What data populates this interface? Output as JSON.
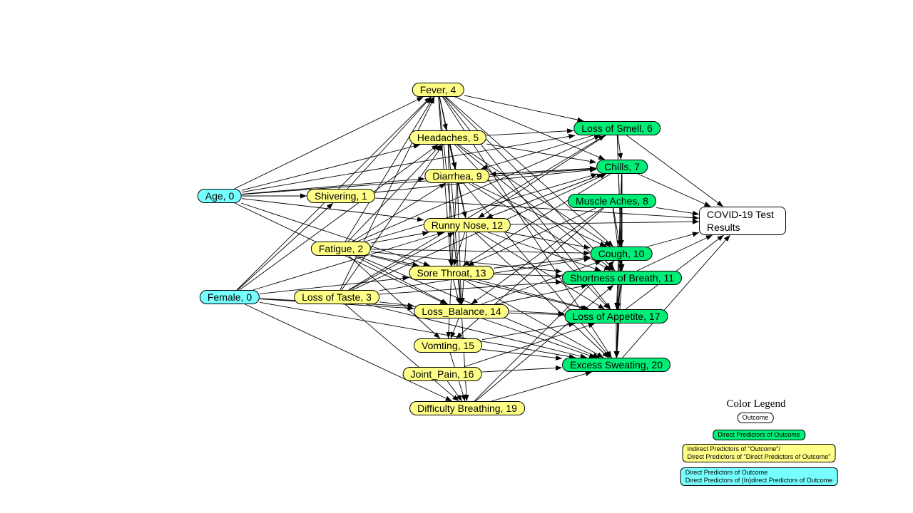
{
  "graph": {
    "nodes": [
      {
        "id": "age",
        "label": "Age, 0",
        "group": "root"
      },
      {
        "id": "female",
        "label": "Female, 0",
        "group": "root"
      },
      {
        "id": "shivering",
        "label": "Shivering, 1",
        "group": "indirect"
      },
      {
        "id": "fatigue",
        "label": "Fatigue, 2",
        "group": "indirect"
      },
      {
        "id": "loss_taste",
        "label": "Loss of Taste, 3",
        "group": "indirect"
      },
      {
        "id": "fever",
        "label": "Fever, 4",
        "group": "indirect"
      },
      {
        "id": "headaches",
        "label": "Headaches, 5",
        "group": "indirect"
      },
      {
        "id": "diarrhea",
        "label": "Diarrhea, 9",
        "group": "indirect"
      },
      {
        "id": "runny_nose",
        "label": "Runny Nose, 12",
        "group": "indirect"
      },
      {
        "id": "sore_throat",
        "label": "Sore Throat, 13",
        "group": "indirect"
      },
      {
        "id": "loss_balance",
        "label": "Loss_Balance, 14",
        "group": "indirect"
      },
      {
        "id": "vomiting",
        "label": "Vomting, 15",
        "group": "indirect"
      },
      {
        "id": "joint_pain",
        "label": "Joint_Pain, 16",
        "group": "indirect"
      },
      {
        "id": "diff_breathing",
        "label": "Difficulty Breathing, 19",
        "group": "indirect"
      },
      {
        "id": "loss_smell",
        "label": "Loss of Smell, 6",
        "group": "predictor"
      },
      {
        "id": "chills",
        "label": "Chills, 7",
        "group": "predictor"
      },
      {
        "id": "muscle_aches",
        "label": "Muscle Aches, 8",
        "group": "predictor"
      },
      {
        "id": "cough",
        "label": "Cough, 10",
        "group": "predictor"
      },
      {
        "id": "sob",
        "label": "Shortness of Breath, 11",
        "group": "predictor"
      },
      {
        "id": "loss_appetite",
        "label": "Loss of Appetite, 17",
        "group": "predictor"
      },
      {
        "id": "excess_sweating",
        "label": "Excess Sweating, 20",
        "group": "predictor"
      },
      {
        "id": "outcome",
        "label": "COVID-19 Test Results",
        "group": "outcome"
      }
    ],
    "edges": [
      [
        "age",
        "fever"
      ],
      [
        "age",
        "headaches"
      ],
      [
        "age",
        "shivering"
      ],
      [
        "age",
        "diarrhea"
      ],
      [
        "age",
        "runny_nose"
      ],
      [
        "age",
        "loss_smell"
      ],
      [
        "age",
        "chills"
      ],
      [
        "age",
        "sore_throat"
      ],
      [
        "age",
        "loss_balance"
      ],
      [
        "female",
        "fever"
      ],
      [
        "female",
        "shivering"
      ],
      [
        "female",
        "headaches"
      ],
      [
        "female",
        "runny_nose"
      ],
      [
        "female",
        "sore_throat"
      ],
      [
        "female",
        "loss_balance"
      ],
      [
        "female",
        "diff_breathing"
      ],
      [
        "female",
        "excess_sweating"
      ],
      [
        "female",
        "loss_appetite"
      ],
      [
        "shivering",
        "chills"
      ],
      [
        "shivering",
        "outcome"
      ],
      [
        "shivering",
        "fever"
      ],
      [
        "fatigue",
        "fever"
      ],
      [
        "fatigue",
        "headaches"
      ],
      [
        "fatigue",
        "diarrhea"
      ],
      [
        "fatigue",
        "runny_nose"
      ],
      [
        "fatigue",
        "sore_throat"
      ],
      [
        "fatigue",
        "loss_balance"
      ],
      [
        "fatigue",
        "cough"
      ],
      [
        "fatigue",
        "sob"
      ],
      [
        "fatigue",
        "loss_appetite"
      ],
      [
        "fatigue",
        "excess_sweating"
      ],
      [
        "fatigue",
        "loss_smell"
      ],
      [
        "fatigue",
        "chills"
      ],
      [
        "fatigue",
        "vomiting"
      ],
      [
        "loss_taste",
        "fever"
      ],
      [
        "loss_taste",
        "headaches"
      ],
      [
        "loss_taste",
        "loss_smell"
      ],
      [
        "loss_taste",
        "loss_balance"
      ],
      [
        "loss_taste",
        "sob"
      ],
      [
        "loss_taste",
        "excess_sweating"
      ],
      [
        "loss_taste",
        "diff_breathing"
      ],
      [
        "loss_taste",
        "runny_nose"
      ],
      [
        "loss_taste",
        "cough"
      ],
      [
        "loss_taste",
        "chills"
      ],
      [
        "fever",
        "headaches"
      ],
      [
        "fever",
        "loss_smell"
      ],
      [
        "fever",
        "chills"
      ],
      [
        "fever",
        "diarrhea"
      ],
      [
        "fever",
        "runny_nose"
      ],
      [
        "fever",
        "sore_throat"
      ],
      [
        "fever",
        "loss_balance"
      ],
      [
        "fever",
        "cough"
      ],
      [
        "fever",
        "sob"
      ],
      [
        "fever",
        "excess_sweating"
      ],
      [
        "fever",
        "loss_appetite"
      ],
      [
        "headaches",
        "diarrhea"
      ],
      [
        "headaches",
        "runny_nose"
      ],
      [
        "headaches",
        "sore_throat"
      ],
      [
        "headaches",
        "loss_balance"
      ],
      [
        "headaches",
        "chills"
      ],
      [
        "headaches",
        "cough"
      ],
      [
        "headaches",
        "sob"
      ],
      [
        "headaches",
        "loss_appetite"
      ],
      [
        "headaches",
        "loss_smell"
      ],
      [
        "diarrhea",
        "runny_nose"
      ],
      [
        "diarrhea",
        "sore_throat"
      ],
      [
        "diarrhea",
        "loss_balance"
      ],
      [
        "diarrhea",
        "cough"
      ],
      [
        "diarrhea",
        "sob"
      ],
      [
        "diarrhea",
        "chills"
      ],
      [
        "diarrhea",
        "excess_sweating"
      ],
      [
        "runny_nose",
        "sore_throat"
      ],
      [
        "runny_nose",
        "loss_balance"
      ],
      [
        "runny_nose",
        "cough"
      ],
      [
        "runny_nose",
        "sob"
      ],
      [
        "runny_nose",
        "loss_appetite"
      ],
      [
        "runny_nose",
        "chills"
      ],
      [
        "runny_nose",
        "outcome"
      ],
      [
        "runny_nose",
        "excess_sweating"
      ],
      [
        "sore_throat",
        "loss_balance"
      ],
      [
        "sore_throat",
        "cough"
      ],
      [
        "sore_throat",
        "sob"
      ],
      [
        "sore_throat",
        "loss_appetite"
      ],
      [
        "sore_throat",
        "vomiting"
      ],
      [
        "sore_throat",
        "excess_sweating"
      ],
      [
        "loss_balance",
        "loss_appetite"
      ],
      [
        "loss_balance",
        "excess_sweating"
      ],
      [
        "loss_balance",
        "vomiting"
      ],
      [
        "loss_balance",
        "diff_breathing"
      ],
      [
        "loss_balance",
        "sob"
      ],
      [
        "loss_balance",
        "cough"
      ],
      [
        "vomiting",
        "diff_breathing"
      ],
      [
        "vomiting",
        "excess_sweating"
      ],
      [
        "vomiting",
        "loss_appetite"
      ],
      [
        "joint_pain",
        "diff_breathing"
      ],
      [
        "joint_pain",
        "excess_sweating"
      ],
      [
        "joint_pain",
        "loss_appetite"
      ],
      [
        "diff_breathing",
        "excess_sweating"
      ],
      [
        "diff_breathing",
        "sob"
      ],
      [
        "diff_breathing",
        "cough"
      ],
      [
        "loss_smell",
        "chills"
      ],
      [
        "loss_smell",
        "outcome"
      ],
      [
        "loss_smell",
        "cough"
      ],
      [
        "loss_smell",
        "sob"
      ],
      [
        "loss_smell",
        "runny_nose"
      ],
      [
        "loss_smell",
        "diarrhea"
      ],
      [
        "chills",
        "outcome"
      ],
      [
        "chills",
        "cough"
      ],
      [
        "chills",
        "sob"
      ],
      [
        "chills",
        "loss_appetite"
      ],
      [
        "chills",
        "excess_sweating"
      ],
      [
        "chills",
        "diarrhea"
      ],
      [
        "chills",
        "runny_nose"
      ],
      [
        "chills",
        "sore_throat"
      ],
      [
        "muscle_aches",
        "outcome"
      ],
      [
        "muscle_aches",
        "cough"
      ],
      [
        "muscle_aches",
        "sob"
      ],
      [
        "muscle_aches",
        "loss_balance"
      ],
      [
        "muscle_aches",
        "sore_throat"
      ],
      [
        "muscle_aches",
        "vomiting"
      ],
      [
        "cough",
        "outcome"
      ],
      [
        "cough",
        "sob"
      ],
      [
        "cough",
        "loss_appetite"
      ],
      [
        "cough",
        "excess_sweating"
      ],
      [
        "sob",
        "outcome"
      ],
      [
        "sob",
        "loss_appetite"
      ],
      [
        "sob",
        "excess_sweating"
      ],
      [
        "loss_appetite",
        "outcome"
      ],
      [
        "loss_appetite",
        "excess_sweating"
      ],
      [
        "excess_sweating",
        "outcome"
      ]
    ]
  },
  "legend": {
    "title": "Color Legend",
    "outcome": "Outcome",
    "predictor": "Direct Predictors of Outcome",
    "indirect_line1": "Indirect Predictors of \"Outcome\"/",
    "indirect_line2": "Direct Predictors of \"Direct Predictors of Outcome\"",
    "root_line1": "Direct Predictors of Outcome",
    "root_line2": "Direct Predictors of (In)direct Predictors of Outcome"
  },
  "colors": {
    "predictor": "#00ee77",
    "indirect": "#ffff88",
    "root": "#77ffff",
    "outcome": "#ffffff"
  }
}
